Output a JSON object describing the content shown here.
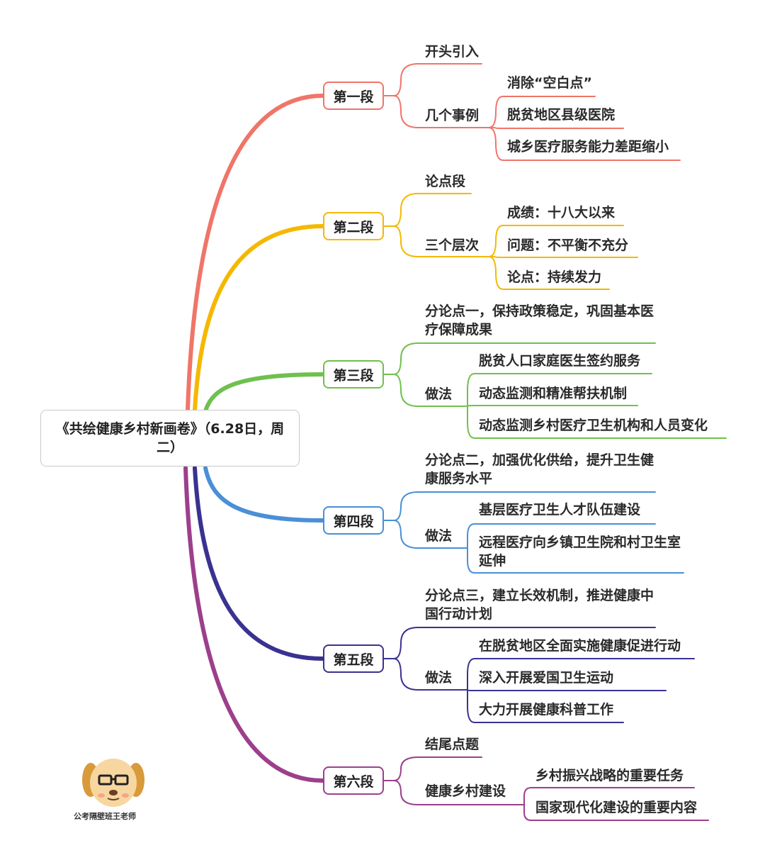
{
  "root": {
    "title": "《共绘健康乡村新画卷》（6.28日，周二）"
  },
  "branches": [
    {
      "label": "第一段",
      "color": "#f07569",
      "items": [
        {
          "label": "开头引入",
          "children": []
        },
        {
          "label": "几个事例",
          "children": [
            "消除“空白点”",
            "脱贫地区县级医院",
            "城乡医疗服务能力差距缩小"
          ]
        }
      ]
    },
    {
      "label": "第二段",
      "color": "#f5b800",
      "items": [
        {
          "label": "论点段",
          "children": []
        },
        {
          "label": "三个层次",
          "children": [
            "成绩：十八大以来",
            "问题：不平衡不充分",
            "论点：持续发力"
          ]
        }
      ]
    },
    {
      "label": "第三段",
      "color": "#6fc04e",
      "items": [
        {
          "label": "分论点一，保持政策稳定，巩固基本医疗保障成果",
          "children": []
        },
        {
          "label": "做法",
          "children": [
            "脱贫人口家庭医生签约服务",
            "动态监测和精准帮扶机制",
            "动态监测乡村医疗卫生机构和人员变化"
          ]
        }
      ]
    },
    {
      "label": "第四段",
      "color": "#4a8fd8",
      "items": [
        {
          "label": "分论点二，加强优化供给，提升卫生健康服务水平",
          "children": []
        },
        {
          "label": "做法",
          "children": [
            "基层医疗卫生人才队伍建设",
            "远程医疗向乡镇卫生院和村卫生室延伸"
          ]
        }
      ]
    },
    {
      "label": "第五段",
      "color": "#3a3290",
      "items": [
        {
          "label": "分论点三，建立长效机制，推进健康中国行动计划",
          "children": []
        },
        {
          "label": "做法",
          "children": [
            "在脱贫地区全面实施健康促进行动",
            "深入开展爱国卫生运动",
            "大力开展健康科普工作"
          ]
        }
      ]
    },
    {
      "label": "第六段",
      "color": "#9c3f8c",
      "items": [
        {
          "label": "结尾点题",
          "children": []
        },
        {
          "label": "健康乡村建设",
          "children": [
            "乡村振兴战略的重要任务",
            "国家现代化建设的重要内容"
          ]
        }
      ]
    }
  ],
  "watermark": {
    "caption": "公考隔壁班王老师"
  }
}
